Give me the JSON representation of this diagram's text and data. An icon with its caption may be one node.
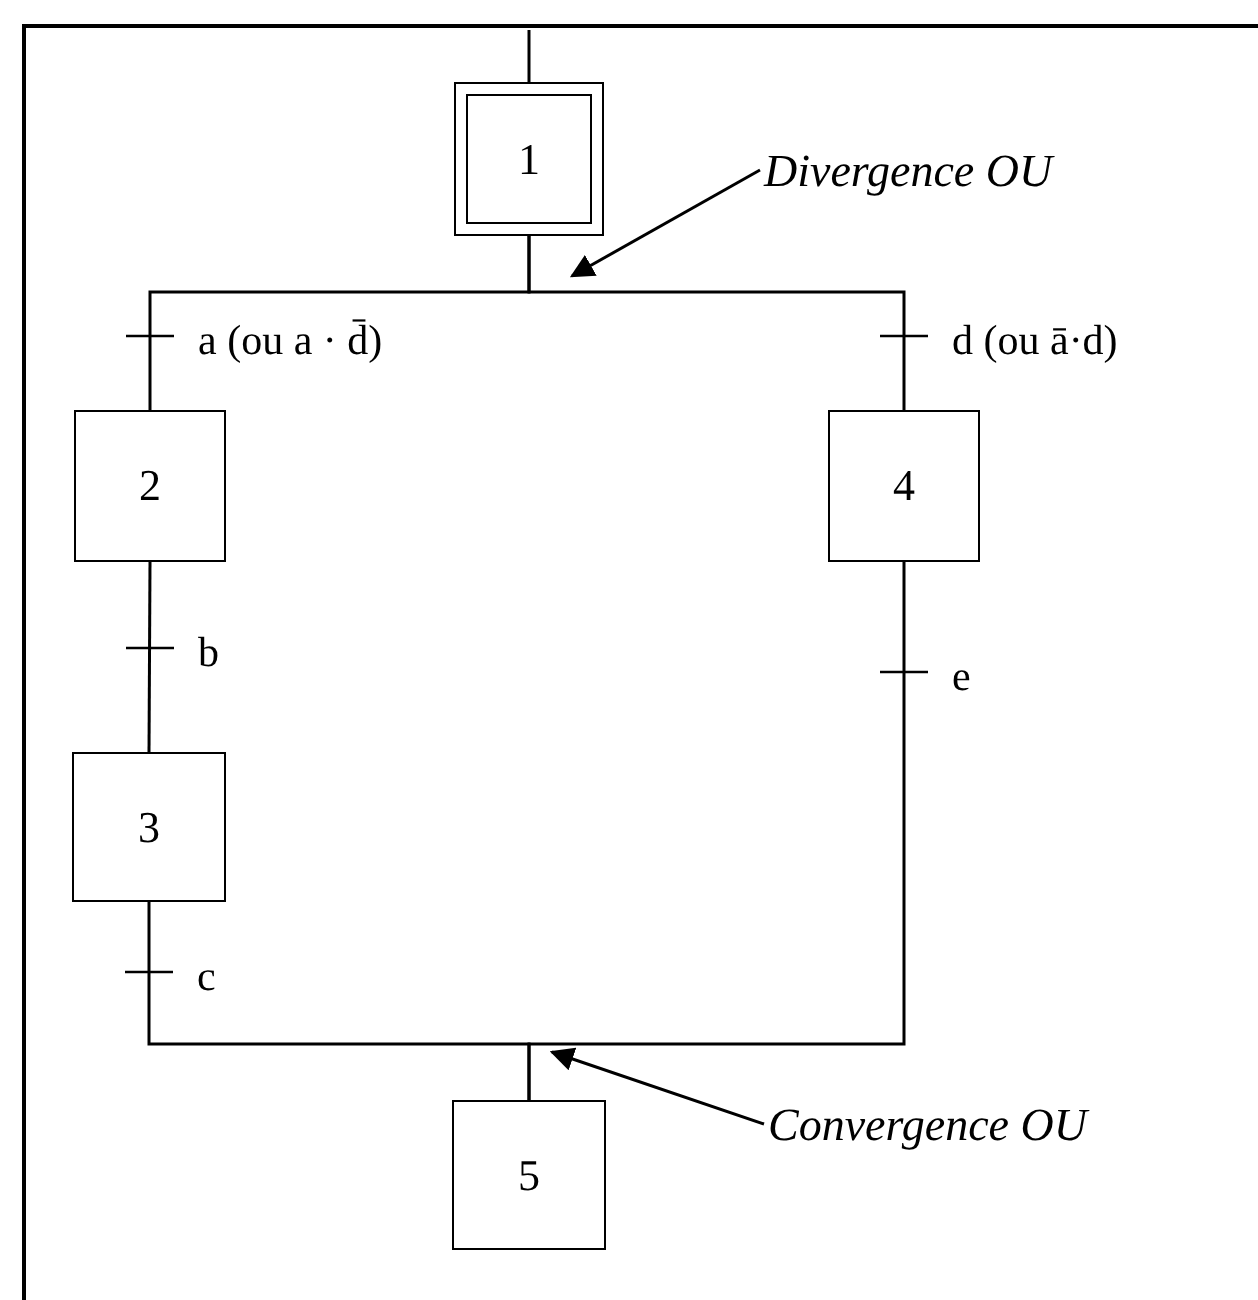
{
  "diagram": {
    "nodes": [
      {
        "text": [
          "1"
        ]
      },
      {
        "text": [
          "Divergence OU"
        ]
      },
      {
        "text": [
          "2"
        ]
      },
      {
        "text": [
          "4"
        ]
      },
      {
        "text": [
          "3"
        ]
      },
      {
        "text": [
          "Convergence OU"
        ]
      },
      {
        "text": [
          "5"
        ]
      }
    ],
    "edges": [
      {
        "from": null,
        "to": 0,
        "arrow": "none"
      },
      {
        "from": 0,
        "to": 2,
        "arrow": "none",
        "label": "a (ou a · d̄)"
      },
      {
        "from": 0,
        "to": 3,
        "arrow": "none",
        "label": "d (ou ā·d)"
      },
      {
        "from": 2,
        "to": 4,
        "arrow": "none",
        "label": "b"
      },
      {
        "from": 4,
        "to": 6,
        "arrow": "none",
        "label": "c"
      },
      {
        "from": 3,
        "to": 6,
        "arrow": "none",
        "label": "e"
      },
      {
        "from": 1,
        "to": 0,
        "arrow": "to"
      },
      {
        "from": 5,
        "to": 6,
        "arrow": "to"
      }
    ]
  }
}
